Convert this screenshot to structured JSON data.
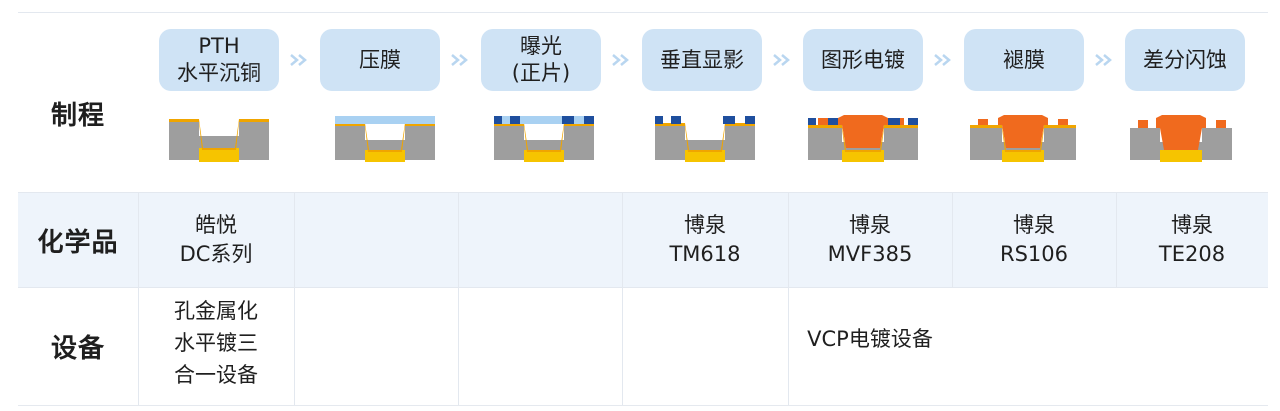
{
  "rows": {
    "process": "制程",
    "chemicals": "化学品",
    "equipment": "设备"
  },
  "steps": [
    "PTH\n水平沉铜",
    "压膜",
    "曝光\n(正片)",
    "垂直显影",
    "图形电镀",
    "褪膜",
    "差分闪蚀"
  ],
  "chemicals": [
    "皓悦\nDC系列",
    "",
    "",
    "博泉\nTM618",
    "博泉\nMVF385",
    "博泉\nRS106",
    "博泉\nTE208"
  ],
  "equipment": {
    "col1": "孔金属化\n水平镀三\n合一设备",
    "col5": "VCP电镀设备"
  },
  "colors": {
    "step_fill": "#cfe3f5",
    "substrate": "#9e9e9e",
    "copper_pad": "#f6c400",
    "seed_layer": "#f0a500",
    "dry_film": "#a9d1f2",
    "exposed_mark": "#1f4f9e",
    "plated_copper": "#f06a1e"
  },
  "icons": {
    "arrow": "chevron-double-right-icon"
  }
}
